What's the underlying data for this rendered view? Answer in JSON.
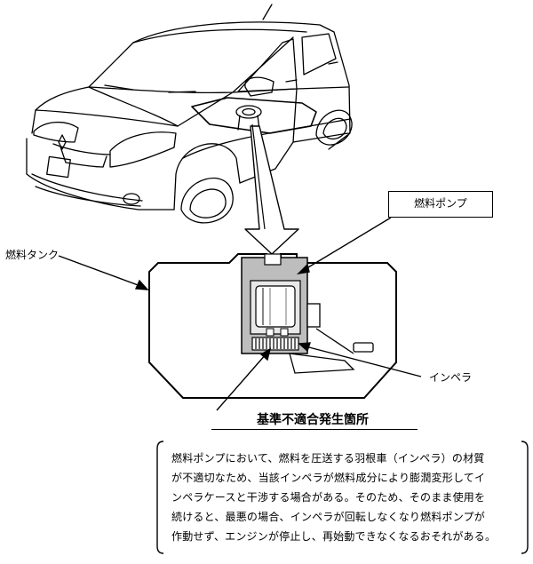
{
  "labels": {
    "fuel_pump": "燃料ポンプ",
    "fuel_tank": "燃料タンク",
    "impeller": "インペラ"
  },
  "heading": "基準不適合発生箇所",
  "note_lines": [
    "燃料ポンプにおいて、燃料を圧送する羽根車（インペラ）の材質",
    "が不適切なため、当該インペラが燃料成分により膨潤変形してイ",
    "ンペラケースと干渉する場合がある。そのため、そのまま使用を",
    "続けると、最悪の場合、インペラが回転しなくなり燃料ポンプが",
    "作動せず、エンジンが停止し、再始動できなくなるおそれがある。"
  ]
}
